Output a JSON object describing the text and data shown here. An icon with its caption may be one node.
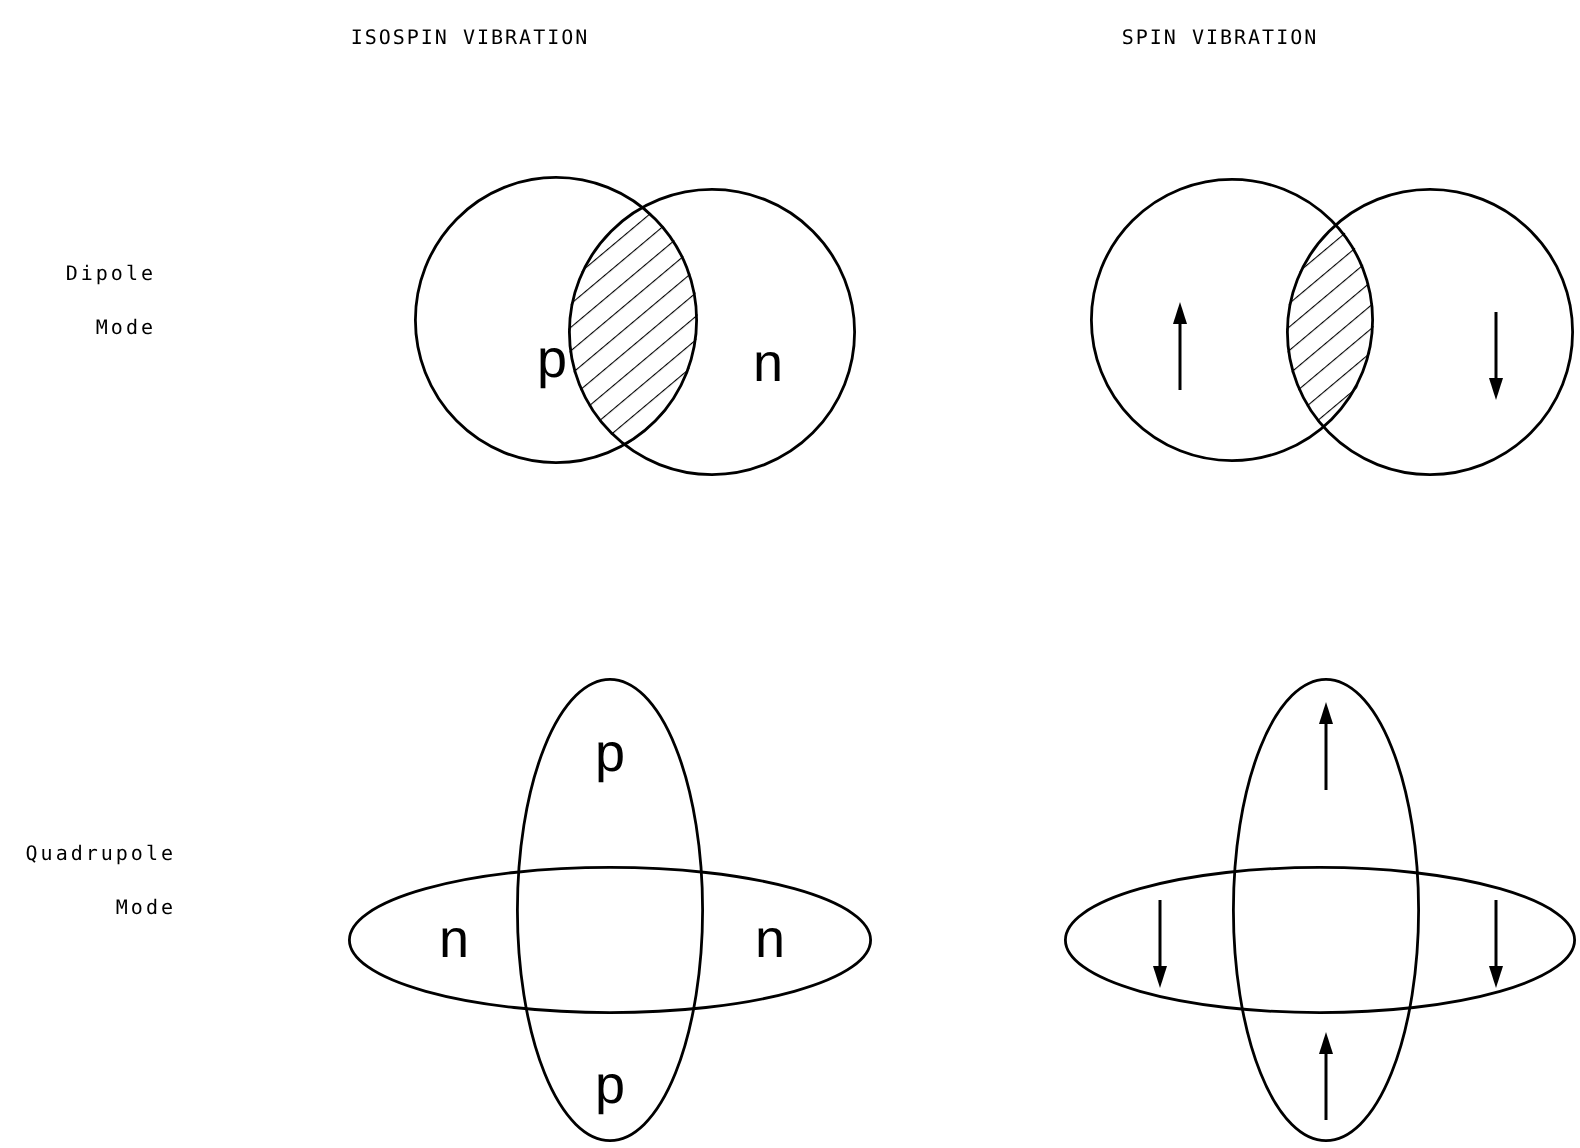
{
  "diagram": {
    "nodes": [
      {
        "text": [
          "p"
        ]
      },
      {
        "text": [
          "n"
        ]
      },
      {
        "text": [],
        "shape": "circle"
      },
      {
        "text": [],
        "shape": "circle"
      },
      {
        "text": [
          "p",
          "p"
        ]
      },
      {
        "text": [
          "n",
          "n"
        ]
      },
      {
        "text": [],
        "shape": "ellipse"
      },
      {
        "text": [],
        "shape": "ellipse"
      }
    ],
    "edges": [],
    "labels": [
      "ISOSPIN VIBRATION",
      "SPIN VIBRATION",
      "Dipole Mode",
      "Quadrupole Mode"
    ]
  }
}
